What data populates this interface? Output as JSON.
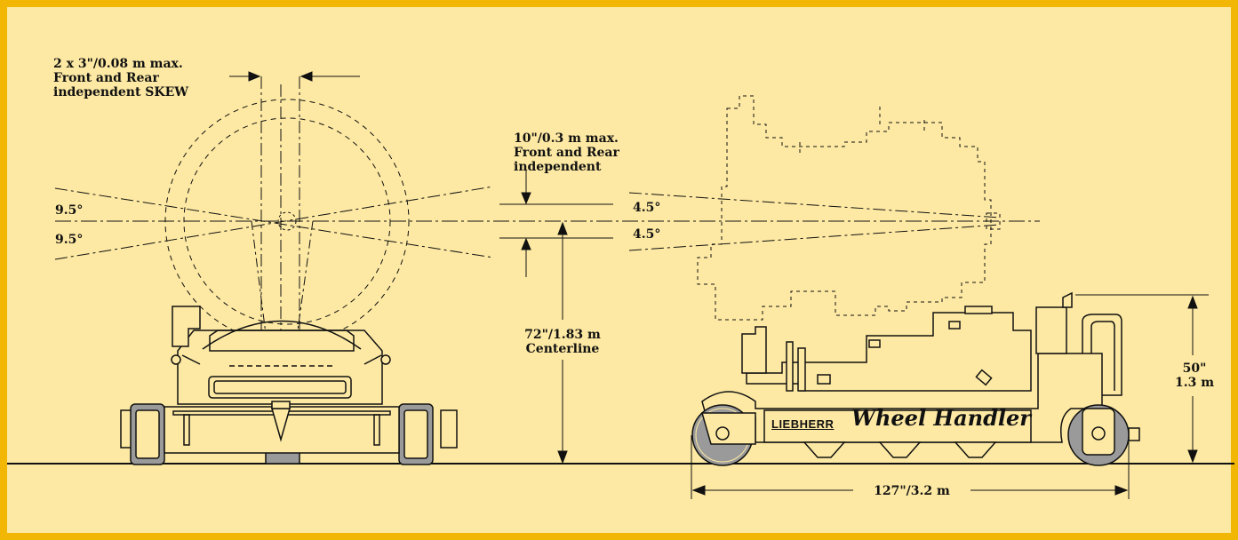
{
  "colors": {
    "background": "#fde9a3",
    "border": "#f2b705",
    "line": "#111111",
    "wheel": "#9a9a9a"
  },
  "labels": {
    "skew": "2 x 3\"/0.08 m max.\nFront and Rear\nindependent SKEW",
    "vertical": "10\"/0.3 m max.\nFront and Rear\nindependent",
    "tilt_left_top": "9.5°",
    "tilt_left_bottom": "9.5°",
    "tilt_right_top": "4.5°",
    "tilt_right_bottom": "4.5°",
    "centerline": "72\"/1.83 m\nCenterline",
    "height": "50\"\n1.3 m",
    "length": "127\"/3.2 m",
    "brand": "LIEBHERR",
    "product": "Wheel Handler"
  }
}
